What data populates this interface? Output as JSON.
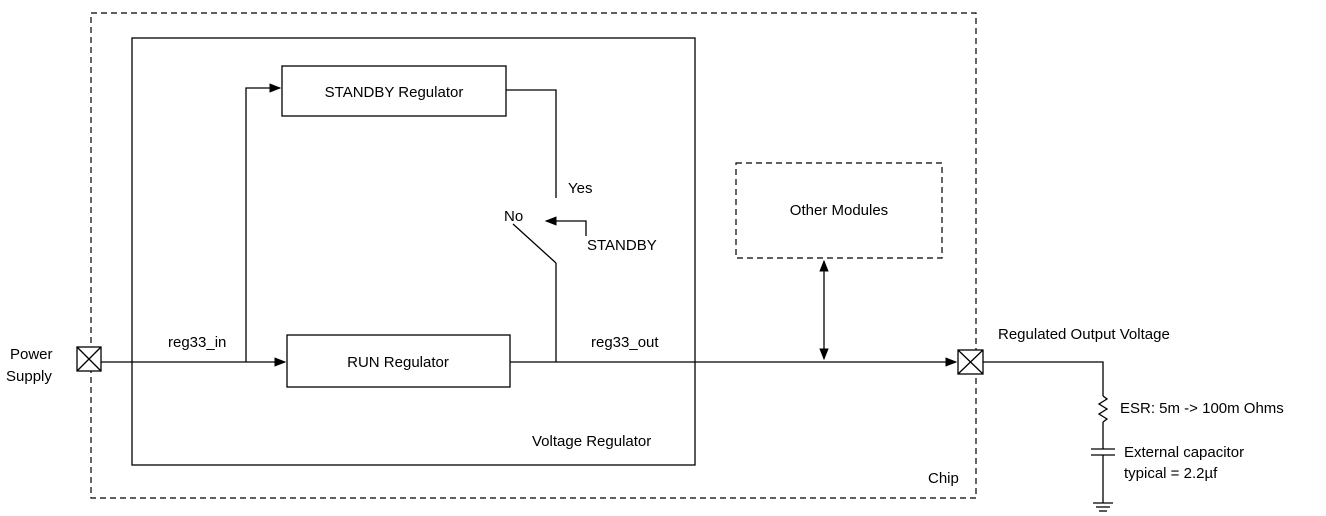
{
  "diagram": {
    "chip_label": "Chip",
    "voltage_regulator_label": "Voltage Regulator",
    "standby_regulator_label": "STANDBY Regulator",
    "run_regulator_label": "RUN Regulator",
    "other_modules_label": "Other Modules",
    "switch": {
      "yes_label": "Yes",
      "no_label": "No",
      "control_label": "STANDBY"
    },
    "signals": {
      "reg33_in": "reg33_in",
      "reg33_out": "reg33_out"
    },
    "power_supply": {
      "line1": "Power",
      "line2": "Supply"
    },
    "regulated_output_label": "Regulated Output Voltage",
    "esr_label": "ESR: 5m -> 100m Ohms",
    "capacitor": {
      "line1": "External capacitor",
      "line2": "typical = 2.2µf"
    }
  }
}
